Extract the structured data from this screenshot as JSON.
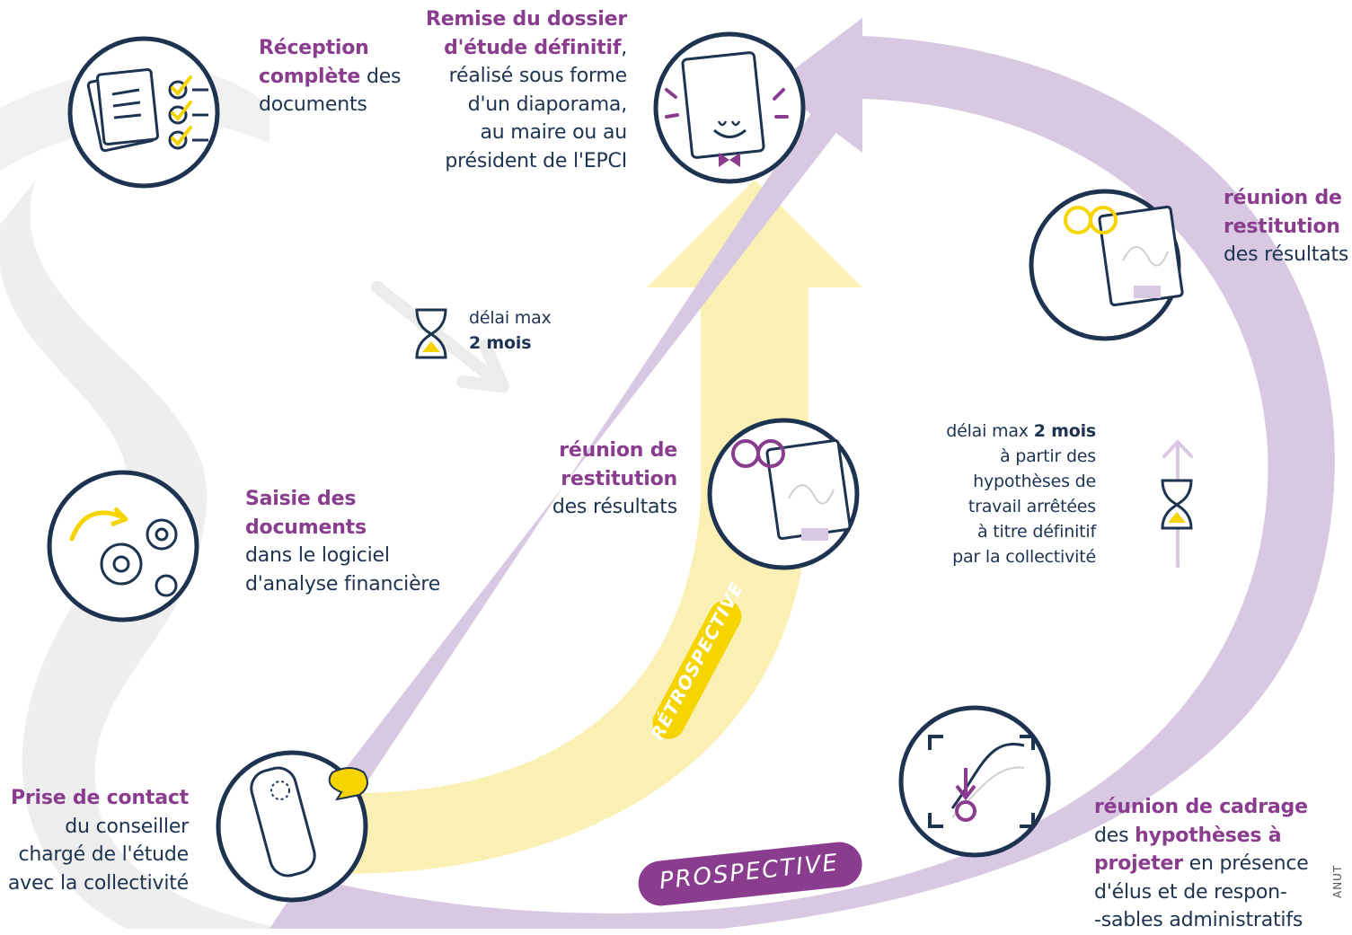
{
  "colors": {
    "navy": "#1d3350",
    "purple": "#8a3d8f",
    "lavender": "#d8c8e2",
    "yellow": "#f5d400",
    "pale_yellow": "#fbf0b4",
    "grey": "#ececec"
  },
  "icons": [
    "documents-checklist-icon",
    "happy-document-icon",
    "presenter-chart-icon",
    "gears-icon",
    "phone-icon",
    "chart-target-icon",
    "hourglass-icon"
  ],
  "steps": {
    "reception": {
      "highlight": "Réception complète",
      "rest": "des documents"
    },
    "remise": {
      "line1": "Remise du dossier",
      "line2_highlight": "d'étude définitif",
      "line2_rest": ",",
      "line3": "réalisé sous forme",
      "line4": "d'un diaporama,",
      "line5": "au maire ou au",
      "line6": "président de l'EPCI"
    },
    "reunion_right": {
      "line1": "réunion de",
      "line2": "restitution",
      "line3": "des résultats"
    },
    "delai_top": {
      "line1": "délai max",
      "line2": "2 mois"
    },
    "reunion_center": {
      "line1": "réunion de",
      "line2": "restitution",
      "line3": "des résultats"
    },
    "delai_right": {
      "prefix": "délai max ",
      "bold": "2 mois",
      "line2": "à partir des",
      "line3": "hypothèses de",
      "line4": "travail arrêtées",
      "line5": "à titre définitif",
      "line6": "par la collectivité"
    },
    "saisie": {
      "line1": "Saisie des",
      "line2": "documents",
      "line3": "dans le logiciel",
      "line4": "d'analyse financière"
    },
    "contact": {
      "line1": "Prise de contact",
      "line2": "du conseiller",
      "line3": "chargé de l'étude",
      "line4": "avec la collectivité"
    },
    "cadrage": {
      "line1": "réunion de cadrage",
      "line2_a": "des ",
      "line2_b": "hypothèses à",
      "line3_a": "projeter",
      "line3_b": " en présence",
      "line4": "d'élus et de respon-",
      "line5": "-sables administratifs"
    }
  },
  "labels": {
    "retrospective": "RÉTROSPECTIVE",
    "prospective": "PROSPECTIVE"
  },
  "credit": "ANUT"
}
